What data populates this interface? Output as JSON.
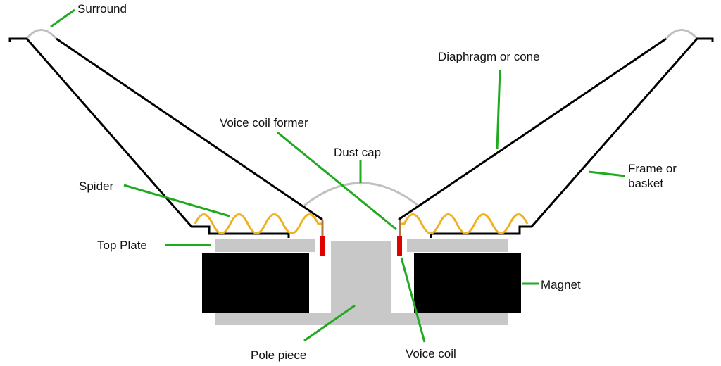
{
  "labels": {
    "surround": "Surround",
    "diaphragm": "Diaphragm or cone",
    "voice_coil_former": "Voice coil former",
    "dust_cap": "Dust cap",
    "frame_line1": "Frame or",
    "frame_line2": "basket",
    "spider": "Spider",
    "top_plate": "Top Plate",
    "magnet": "Magnet",
    "pole_piece": "Pole piece",
    "voice_coil": "Voice coil"
  },
  "colors": {
    "structure": "#000000",
    "metal": "#c8c8c8",
    "magnet": "#000000",
    "spider": "#f0b020",
    "former": "#b0783c",
    "voice_coil": "#e00000",
    "leader_lines": "#1faa1f",
    "surround": "#c0c0c0",
    "dust_cap": "#c0c0c0"
  }
}
